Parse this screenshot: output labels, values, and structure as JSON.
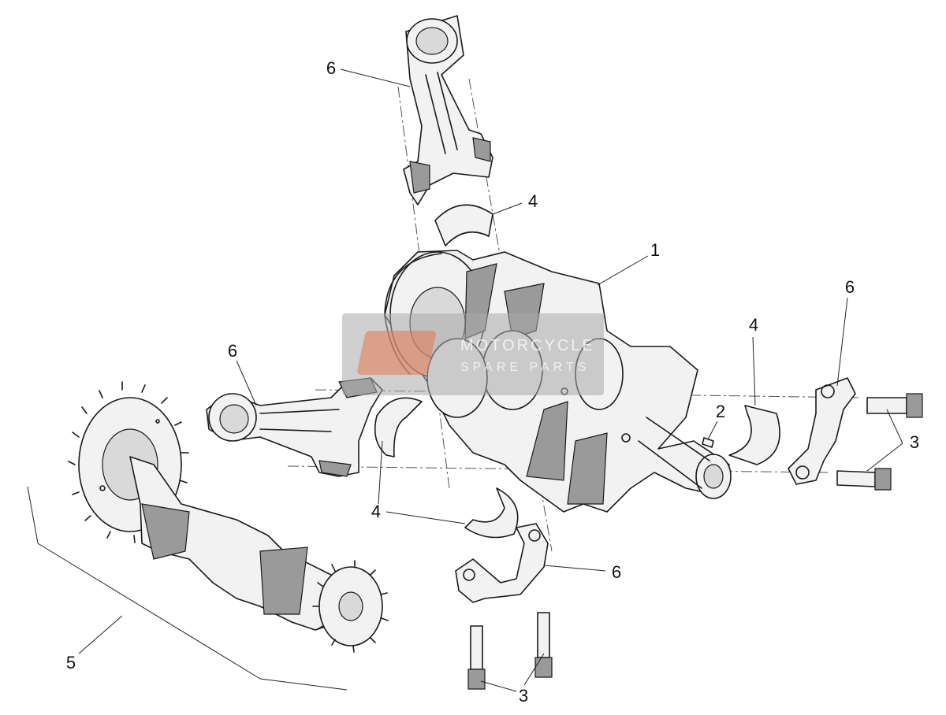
{
  "diagram": {
    "callouts": [
      {
        "id": "c1",
        "label": "1"
      },
      {
        "id": "c2",
        "label": "2"
      },
      {
        "id": "c3a",
        "label": "3"
      },
      {
        "id": "c3b",
        "label": "3"
      },
      {
        "id": "c4a",
        "label": "4"
      },
      {
        "id": "c4b",
        "label": "4"
      },
      {
        "id": "c4c",
        "label": "4"
      },
      {
        "id": "c5",
        "label": "5"
      },
      {
        "id": "c6a",
        "label": "6"
      },
      {
        "id": "c6b",
        "label": "6"
      },
      {
        "id": "c6c",
        "label": "6"
      },
      {
        "id": "c6d",
        "label": "6"
      }
    ]
  },
  "watermark": {
    "line1": "MOTORCYCLE",
    "line2": "SPARE PARTS"
  }
}
